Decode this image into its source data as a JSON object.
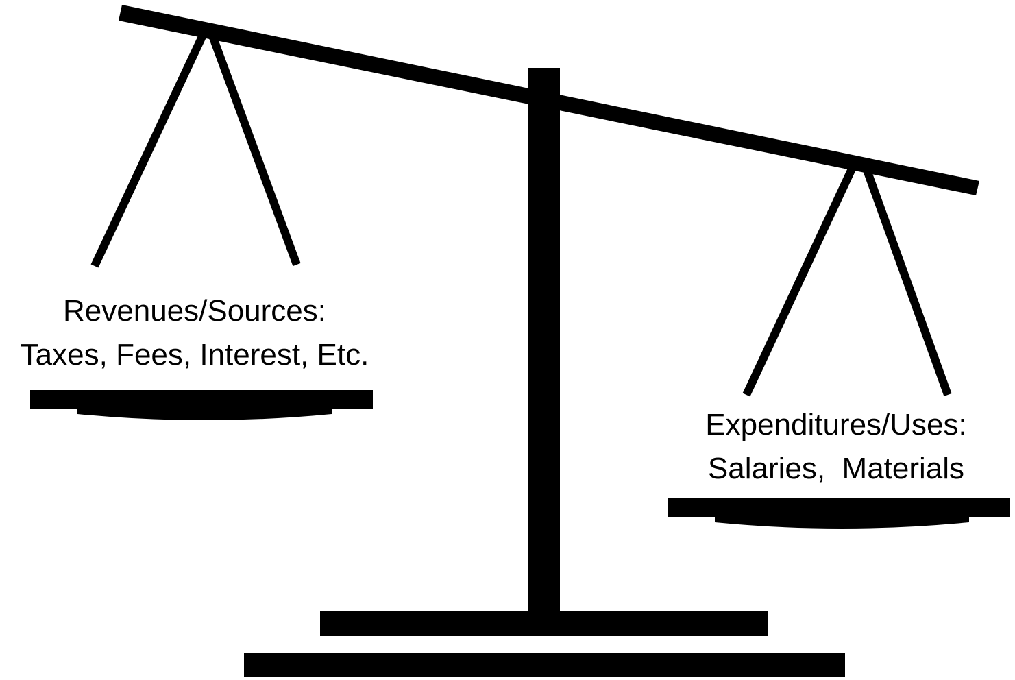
{
  "colors": {
    "ink": "#000000",
    "background": "#ffffff"
  },
  "left_pan": {
    "heading": "Revenues/Sources:",
    "items": "Taxes, Fees, Interest, Etc."
  },
  "right_pan": {
    "heading": "Expenditures/Uses:",
    "items": "Salaries,  Materials"
  }
}
